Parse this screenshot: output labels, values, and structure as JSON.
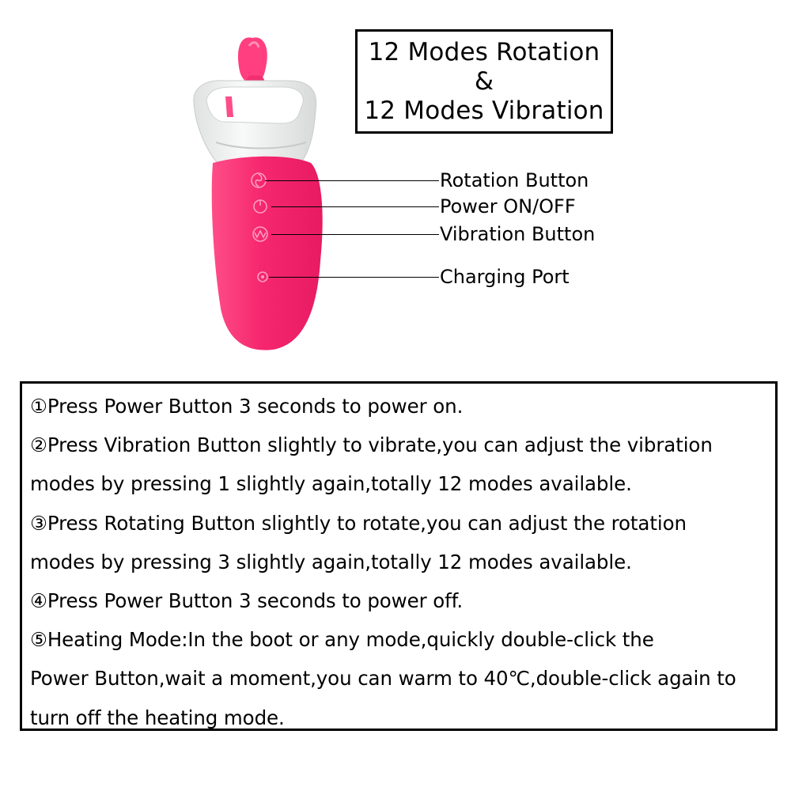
{
  "colors": {
    "accent_pink": "#f5276e",
    "device_white": "#eef0ef",
    "text": "#000000"
  },
  "header": {
    "title_lines": [
      "12 Modes Rotation",
      "&",
      "12 Modes Vibration"
    ]
  },
  "callouts": [
    {
      "label": "Rotation Button",
      "icon": "swirl-icon"
    },
    {
      "label": "Power ON/OFF",
      "icon": "power-icon"
    },
    {
      "label": "Vibration Button",
      "icon": "wave-icon"
    },
    {
      "label": "Charging Port",
      "icon": "charging-port-icon"
    }
  ],
  "instructions": {
    "lines": [
      "①Press Power Button 3 seconds to power on.",
      "②Press Vibration Button slightly to vibrate,you can adjust the vibration",
      "modes by pressing 1 slightly again,totally 12 modes available.",
      "③Press Rotating Button slightly to rotate,you can adjust the rotation",
      "modes by pressing 3 slightly again,totally 12 modes available.",
      "④Press Power Button 3 seconds to power off.",
      "⑤Heating Mode:In the boot or any mode,quickly double-click the",
      "Power Button,wait a moment,you can warm to 40℃,double-click again to",
      "turn off the heating mode."
    ]
  }
}
